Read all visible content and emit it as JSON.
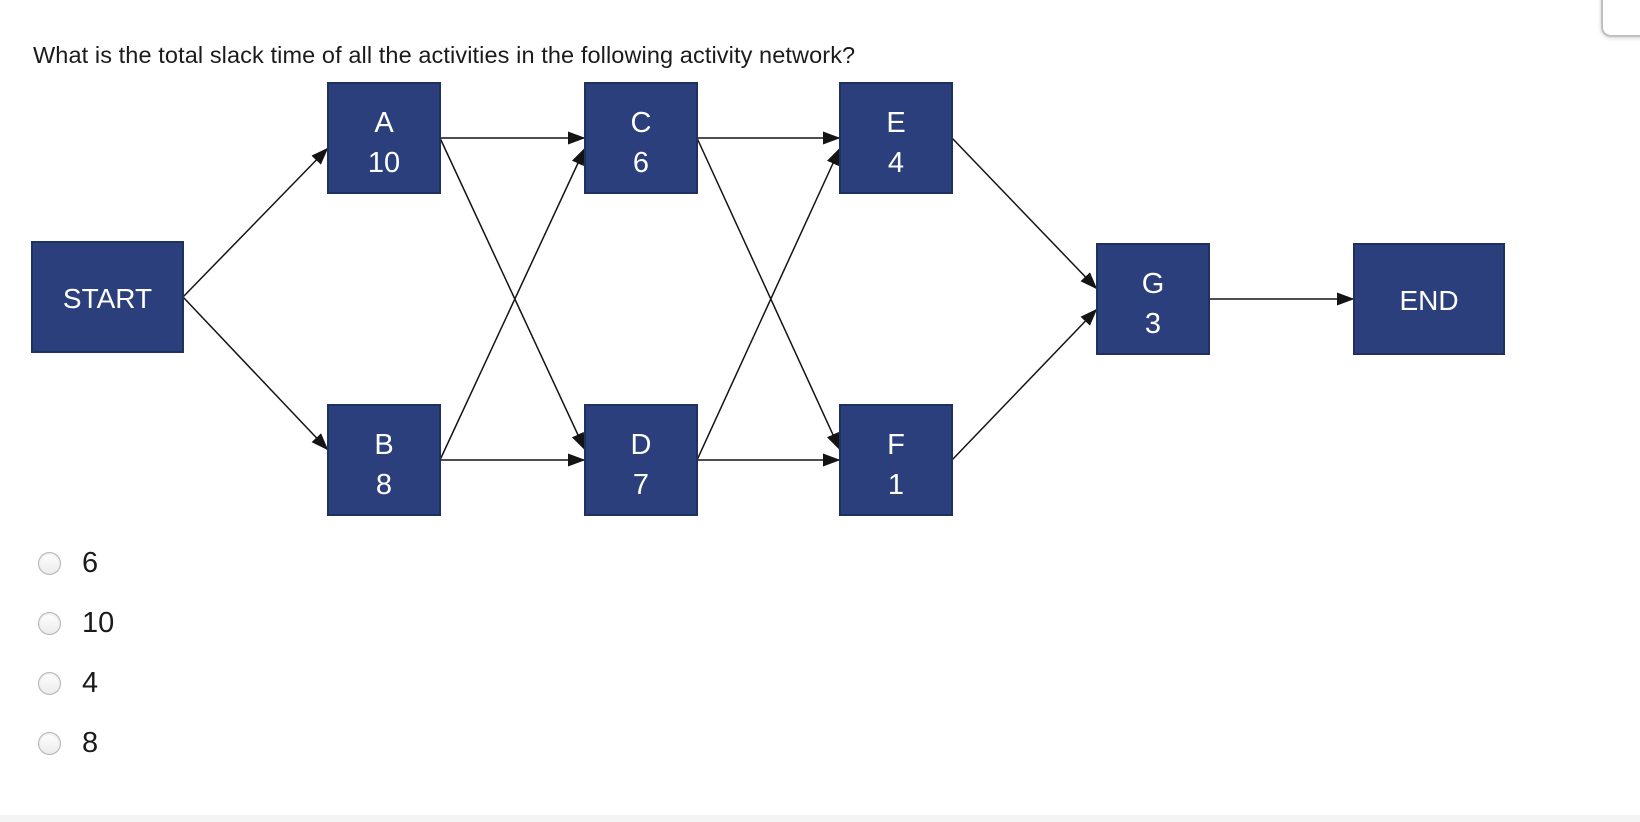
{
  "question": "What is the total slack time of all the activities in the following activity network?",
  "network": {
    "nodes": [
      {
        "id": "START",
        "name": "START"
      },
      {
        "id": "A",
        "name": "A",
        "duration": "10"
      },
      {
        "id": "B",
        "name": "B",
        "duration": "8"
      },
      {
        "id": "C",
        "name": "C",
        "duration": "6"
      },
      {
        "id": "D",
        "name": "D",
        "duration": "7"
      },
      {
        "id": "E",
        "name": "E",
        "duration": "4"
      },
      {
        "id": "F",
        "name": "F",
        "duration": "1"
      },
      {
        "id": "G",
        "name": "G",
        "duration": "3"
      },
      {
        "id": "END",
        "name": "END"
      }
    ],
    "edges": [
      {
        "from": "START",
        "to": "A"
      },
      {
        "from": "START",
        "to": "B"
      },
      {
        "from": "A",
        "to": "C"
      },
      {
        "from": "A",
        "to": "D"
      },
      {
        "from": "B",
        "to": "C"
      },
      {
        "from": "B",
        "to": "D"
      },
      {
        "from": "C",
        "to": "E"
      },
      {
        "from": "C",
        "to": "F"
      },
      {
        "from": "D",
        "to": "E"
      },
      {
        "from": "D",
        "to": "F"
      },
      {
        "from": "E",
        "to": "G"
      },
      {
        "from": "F",
        "to": "G"
      },
      {
        "from": "G",
        "to": "END"
      }
    ]
  },
  "options": [
    "6",
    "10",
    "4",
    "8"
  ],
  "colors": {
    "node_fill": "#2b3f7d",
    "node_border": "#20305f",
    "node_text": "#ffffff",
    "edge": "#141414"
  }
}
